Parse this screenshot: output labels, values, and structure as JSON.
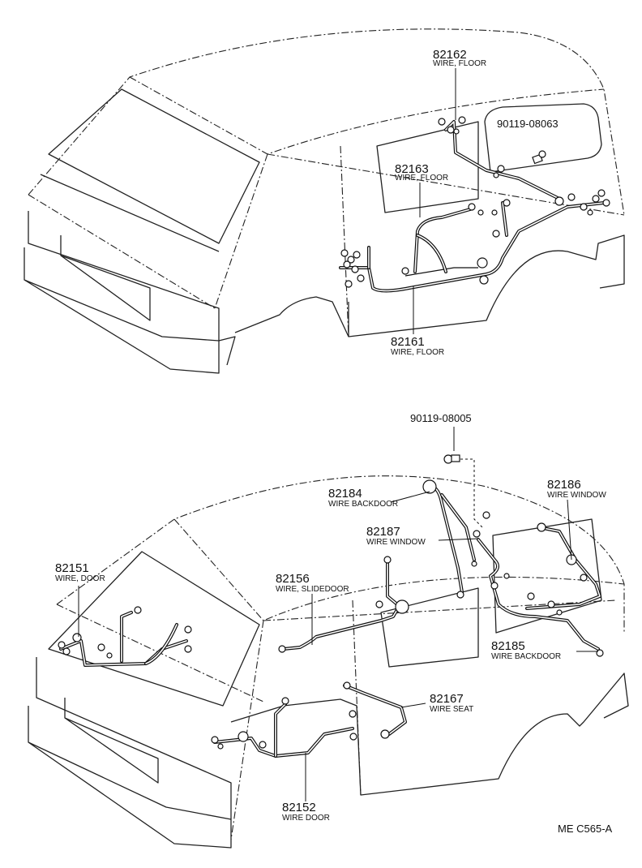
{
  "top_view": {
    "parts": [
      {
        "number": "82162",
        "name": "WIRE, FLOOR"
      },
      {
        "number": "90119-08063",
        "name": ""
      },
      {
        "number": "82163",
        "name": "WIRE, FLOOR"
      },
      {
        "number": "82161",
        "name": "WIRE, FLOOR"
      }
    ]
  },
  "bottom_view": {
    "parts": [
      {
        "number": "90119-08005",
        "name": ""
      },
      {
        "number": "82184",
        "name": "WIRE BACKDOOR"
      },
      {
        "number": "82186",
        "name": "WIRE WINDOW"
      },
      {
        "number": "82187",
        "name": "WIRE WINDOW"
      },
      {
        "number": "82151",
        "name": "WIRE, DOOR"
      },
      {
        "number": "82156",
        "name": "WIRE, SLIDEDOOR"
      },
      {
        "number": "82185",
        "name": "WIRE BACKDOOR"
      },
      {
        "number": "82167",
        "name": "WIRE SEAT"
      },
      {
        "number": "82152",
        "name": "WIRE DOOR"
      }
    ]
  },
  "diagram_code": "ME C565-A"
}
